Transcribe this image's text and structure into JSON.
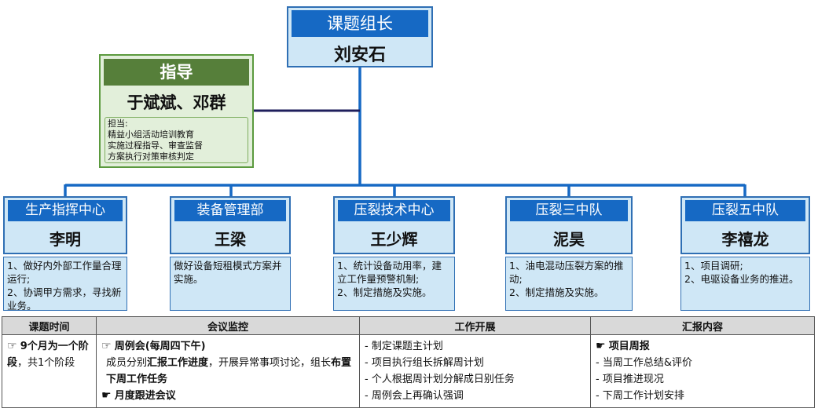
{
  "leader": {
    "title": "课题组长",
    "name": "刘安石"
  },
  "guide": {
    "title": "指导",
    "name": "于斌斌、邓群",
    "duties": [
      "担当:",
      "精益小组活动培训教育",
      "实施过程指导、审查监督",
      "方案执行对策审核判定"
    ]
  },
  "departments": [
    {
      "title": "生产指挥中心",
      "name": "李明",
      "tasks": "1、做好内外部工作量合理运行;\n2、协调甲方需求，寻找新业务。"
    },
    {
      "title": "装备管理部",
      "name": "王梁",
      "tasks": "做好设备短租模式方案并实施。"
    },
    {
      "title": "压裂技术中心",
      "name": "王少辉",
      "tasks": "1、统计设备动用率，建立工作量预警机制;\n2、制定措施及实施。"
    },
    {
      "title": "压裂三中队",
      "name": "泥昊",
      "tasks": "1、油电混动压裂方案的推动;\n2、制定措施及实施。"
    },
    {
      "title": "压裂五中队",
      "name": "李禧龙",
      "tasks": "1、项目调研;\n2、电驱设备业务的推进。"
    }
  ],
  "table": {
    "headers": [
      "课题时间",
      "会议监控",
      "工作开展",
      "汇报内容"
    ],
    "period": {
      "icon": "☞",
      "bold": "9个月为一个阶段",
      "rest": "，共1个阶段"
    },
    "meeting": {
      "weekly_icon": "☞",
      "weekly_title": "周例会(每周四下午)",
      "desc_1": "成员分别",
      "desc_2": "汇报工作进度",
      "desc_3": "，开展异常事项讨论，组长",
      "desc_4": "布置下周工作任务",
      "monthly_icon": "☛",
      "monthly_title": "月度跟进会议"
    },
    "work": [
      "- 制定课题主计划",
      "- 项目执行组长拆解周计划",
      "- 个人根据周计划分解成日别任务",
      "- 周例会上再确认强调"
    ],
    "report": {
      "icon": "☛",
      "title": "项目周报",
      "items": [
        "- 当周工作总结&评价",
        "- 项目推进现况",
        "- 下周工作计划安排"
      ]
    }
  },
  "colors": {
    "blue_fill": "#cfe7f6",
    "blue_bar": "#1669c4",
    "green_fill": "#e2efda",
    "green_bar": "#567f3a",
    "connector": "#1669c4",
    "guide_link": "#1f1f5c"
  }
}
